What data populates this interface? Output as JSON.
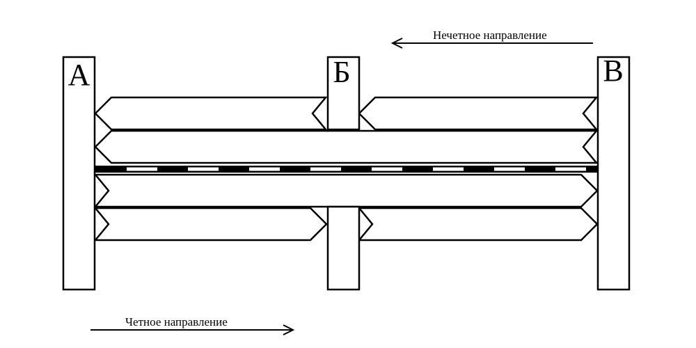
{
  "stations": [
    {
      "id": "a",
      "label": "А"
    },
    {
      "id": "b",
      "label": "Б"
    },
    {
      "id": "v",
      "label": "В"
    }
  ],
  "directions": {
    "odd": {
      "label": "Нечетное направление",
      "arrow": "left"
    },
    "even": {
      "label": "Четное направление",
      "arrow": "right"
    }
  },
  "colors": {
    "stroke": "#000000",
    "background": "#ffffff"
  }
}
